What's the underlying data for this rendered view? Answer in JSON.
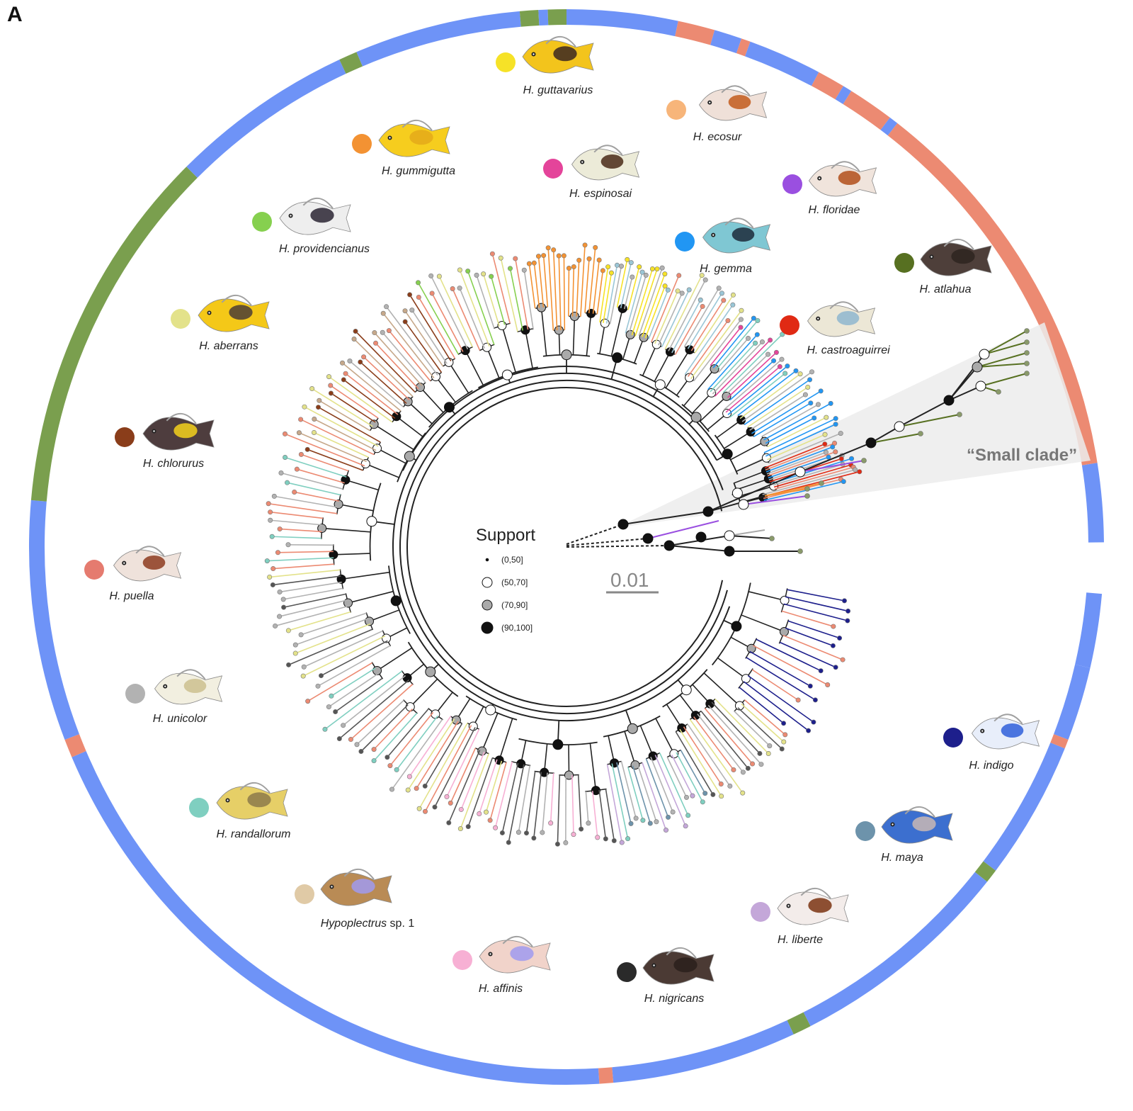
{
  "panel_label": "A",
  "colors": {
    "ring_blue": "#6e93f7",
    "ring_green": "#7a9f4e",
    "ring_salmon": "#ec8a72",
    "branch": "#222222"
  },
  "legend": {
    "title": "Support",
    "items": [
      {
        "label": "(0,50]",
        "marker": "small-dot"
      },
      {
        "label": "(50,70]",
        "marker": "white"
      },
      {
        "label": "(70,90]",
        "marker": "grey"
      },
      {
        "label": "(90,100]",
        "marker": "black"
      }
    ]
  },
  "scale_bar": {
    "label": "0.01"
  },
  "clade_label": "“Small clade”",
  "species": [
    {
      "id": "guttavarius",
      "label": "H. guttavarius",
      "dot": "#f6e227",
      "fish": "#f3c41c",
      "accent": "#3a2721"
    },
    {
      "id": "ecosur",
      "label": "H. ecosur",
      "dot": "#f7b57a",
      "fish": "#efe0d8",
      "accent": "#c25a1c"
    },
    {
      "id": "gummigutta",
      "label": "H. gummigutta",
      "dot": "#f39233",
      "fish": "#f6cd1e",
      "accent": "#e4a91a"
    },
    {
      "id": "espinosai",
      "label": "H. espinosai",
      "dot": "#e4449a",
      "fish": "#ecebd8",
      "accent": "#4a2a18"
    },
    {
      "id": "floridae",
      "label": "H. floridae",
      "dot": "#9a4fe0",
      "fish": "#f0e4dc",
      "accent": "#b24f1a"
    },
    {
      "id": "providencianus",
      "label": "H. providencianus",
      "dot": "#86d04f",
      "fish": "#eeeeee",
      "accent": "#2a2433"
    },
    {
      "id": "gemma",
      "label": "H. gemma",
      "dot": "#2196f3",
      "fish": "#7fc7d3",
      "accent": "#1c2a3a"
    },
    {
      "id": "atlahua",
      "label": "H. atlahua",
      "dot": "#577021",
      "fish": "#4e3f3a",
      "accent": "#2e2420"
    },
    {
      "id": "aberrans",
      "label": "H.  aberrans",
      "dot": "#e3e28a",
      "fish": "#f4c818",
      "accent": "#4b3d36"
    },
    {
      "id": "castroaguirrei",
      "label": "H. castroaguirrei",
      "dot": "#e02a14",
      "fish": "#ece7d6",
      "accent": "#8fb6cf"
    },
    {
      "id": "chlorurus",
      "label": "H. chlorurus",
      "dot": "#8a3d1a",
      "fish": "#4e3d3e",
      "accent": "#f5d11c"
    },
    {
      "id": "puella",
      "label": "H. puella",
      "dot": "#e57b6f",
      "fish": "#efe2db",
      "accent": "#8d3b1e"
    },
    {
      "id": "unicolor",
      "label": "H. unicolor",
      "dot": "#b2b2b2",
      "fish": "#f2efe0",
      "accent": "#cdbf8e"
    },
    {
      "id": "indigo",
      "label": "H. indigo",
      "dot": "#1d1f8c",
      "fish": "#e8eefa",
      "accent": "#2f5fd9"
    },
    {
      "id": "randallorum",
      "label": "H. randallorum",
      "dot": "#7fcfc0",
      "fish": "#e6cf67",
      "accent": "#8c7a4b"
    },
    {
      "id": "maya",
      "label": "H. maya",
      "dot": "#6d93ab",
      "fish": "#3c6fcf",
      "accent": "#c9b9b4"
    },
    {
      "id": "sp1",
      "label": "Hypoplectrus",
      "label_suffix": " sp. 1",
      "dot": "#e0caa6",
      "fish": "#b98b55",
      "accent": "#a09af0"
    },
    {
      "id": "liberte",
      "label": "H. liberte",
      "dot": "#c4a7d9",
      "fish": "#f3ecea",
      "accent": "#7a3412"
    },
    {
      "id": "affinis",
      "label": "H. affinis",
      "dot": "#f7b0d4",
      "fish": "#f1d3ca",
      "accent": "#a09af0"
    },
    {
      "id": "nigricans",
      "label": "H. nigricans",
      "dot": "#2a2a2a",
      "fish": "#4b3a34",
      "accent": "#2a201c"
    }
  ]
}
